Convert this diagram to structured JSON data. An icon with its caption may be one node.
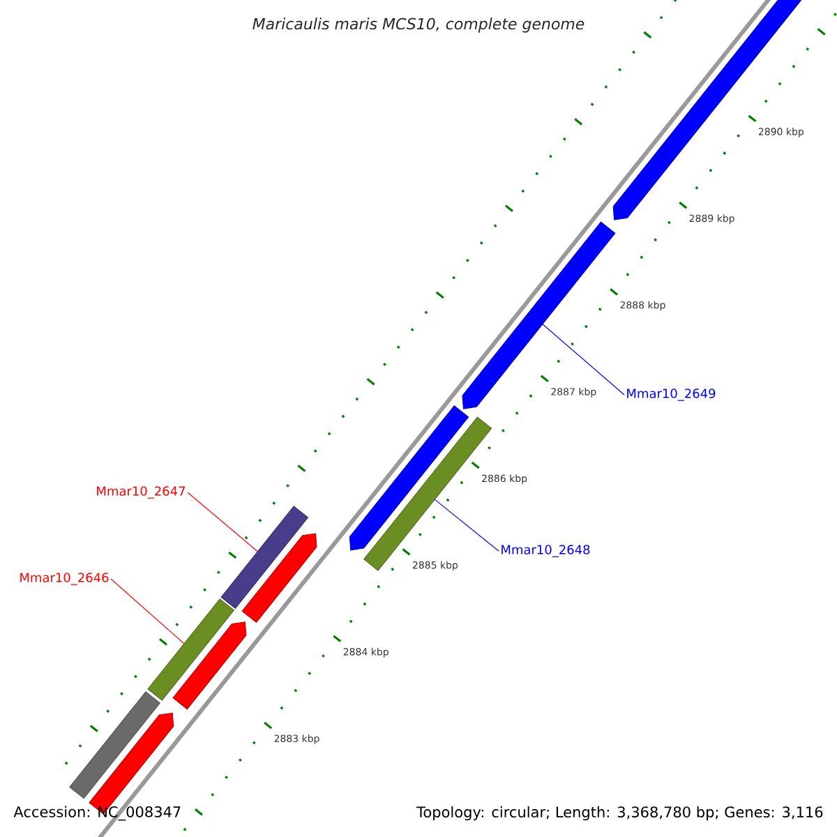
{
  "diagram": {
    "title": "Maricaulis maris MCS10, complete genome",
    "nodes": [
      {
        "text": [
          "Mmar10_2649"
        ]
      },
      {
        "text": [
          "Mmar10_2647"
        ]
      },
      {
        "text": [
          "Mmar10_2648"
        ]
      },
      {
        "text": [
          "Mmar10_2646"
        ]
      },
      {
        "text": [],
        "shape": "arrow"
      },
      {
        "text": [],
        "shape": "arrow"
      },
      {
        "text": [],
        "shape": "arrow"
      },
      {
        "text": [],
        "shape": "bar"
      },
      {
        "text": [],
        "shape": "bar"
      },
      {
        "text": [],
        "shape": "arrow"
      },
      {
        "text": [],
        "shape": "bar"
      },
      {
        "text": [],
        "shape": "arrow"
      },
      {
        "text": [],
        "shape": "bar"
      },
      {
        "text": [],
        "shape": "arrow"
      }
    ],
    "edges": [
      {
        "from": 0,
        "to": 5,
        "arrow": "none",
        "color": "#0000ff"
      },
      {
        "from": 1,
        "to": 8,
        "arrow": "none",
        "color": "#ff0000"
      },
      {
        "from": 2,
        "to": 7,
        "arrow": "none",
        "color": "#0000ff"
      },
      {
        "from": 3,
        "to": 10,
        "arrow": "none",
        "color": "#ff0000"
      }
    ],
    "labels": [
      "2890 kbp",
      "2889 kbp",
      "2888 kbp",
      "2887 kbp",
      "2886 kbp",
      "2885 kbp",
      "2884 kbp",
      "2883 kbp",
      "Accession: NC_008347",
      "Topology: circular; Length: 3,368,780 bp; Genes: 3,116"
    ]
  }
}
